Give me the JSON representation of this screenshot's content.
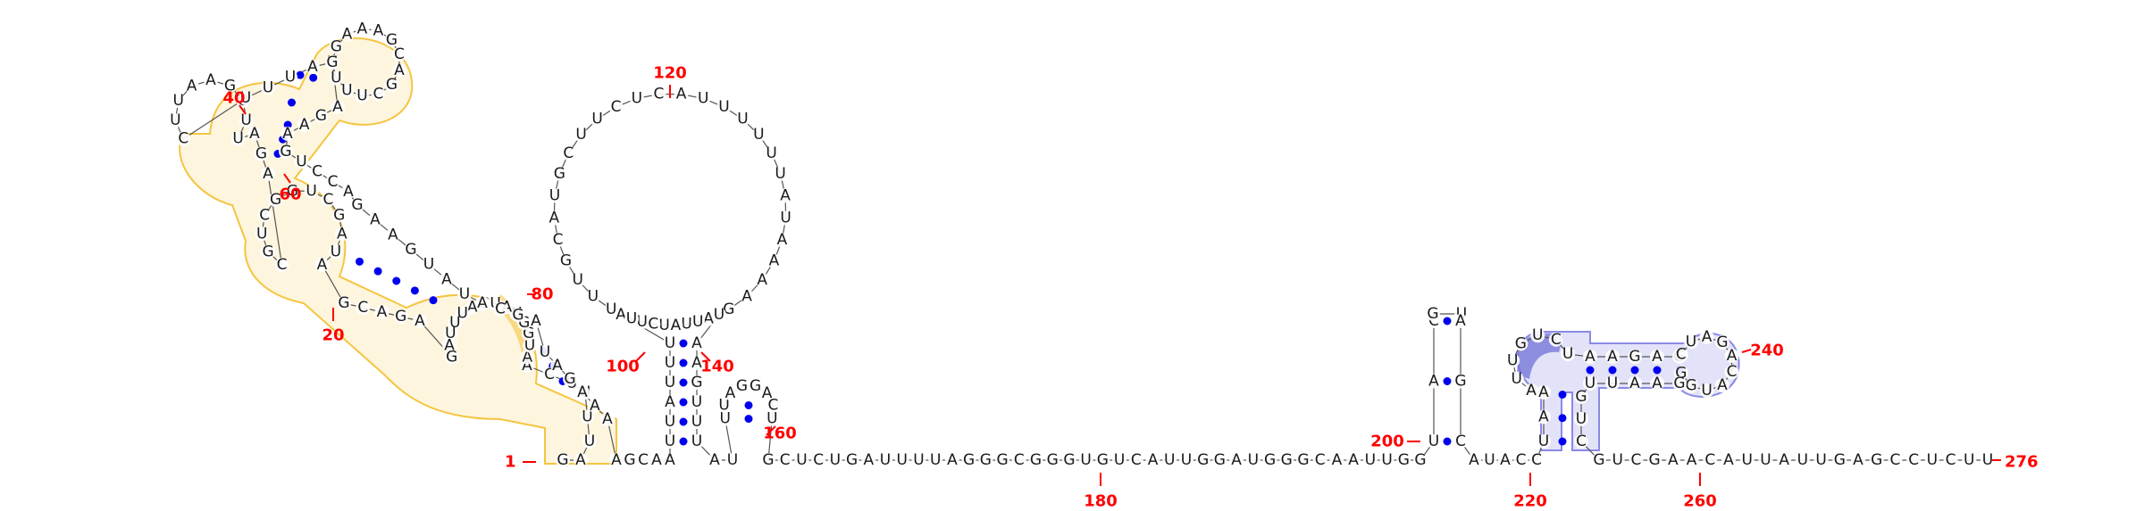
{
  "sequence": "GAUUUUCAAUGGUAUCAUUUAGAGACGAUAGCUGGCUGCAGAUUUGAAUUCUUUAUGAAAGCAGCUUUGAGAAGUCCAGAAGUAUACGAUAGAAAAGCAAUUAUUUAUUUAGAAAAUAUUUUUUACUCUUCGUACGUUUUCAUUAAGUUUAUUUAGGACUGCUCUGAUUUUAGGGCGGGUGUCAUUGGAUGGGCAAUUGGUACGUAGCAUACCUAAAUUGUCUAAGAGCUAGACAUGGGAAUUGUCGUCGAACAUUAUUGAGCCUCUU",
  "numbering": {
    "start": "1",
    "end": "276",
    "labels": [
      "20",
      "40",
      "60",
      "80",
      "100",
      "120",
      "140",
      "160",
      "180",
      "200",
      "220",
      "240",
      "260"
    ]
  },
  "colors": {
    "base_pair": "#0000ee",
    "number": "#ff0000",
    "highlight_yellow": "#f5c542",
    "highlight_blue": "#8a8ae6"
  }
}
